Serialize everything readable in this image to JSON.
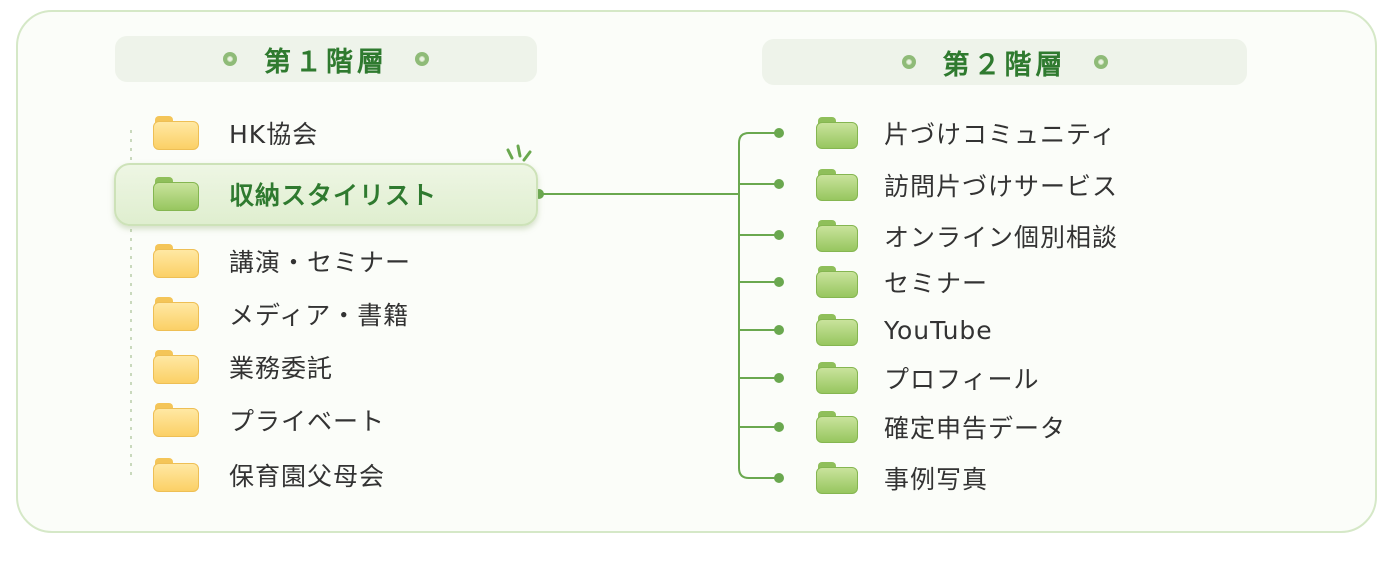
{
  "level1": {
    "title": "第１階層",
    "items": [
      "HK協会",
      "収納スタイリスト",
      "講演・セミナー",
      "メディア・書籍",
      "業務委託",
      "プライベート",
      "保育園父母会"
    ],
    "selected": "収納スタイリスト"
  },
  "level2": {
    "title": "第２階層",
    "items": [
      "片づけコミュニティ",
      "訪問片づけサービス",
      "オンライン個別相談",
      "セミナー",
      "YouTube",
      "プロフィール",
      "確定申告データ",
      "事例写真"
    ]
  },
  "colors": {
    "accent": "#2f7a2f",
    "line": "#6aa84f",
    "folder_yellow": "#fbd066",
    "folder_green": "#97c65f"
  }
}
